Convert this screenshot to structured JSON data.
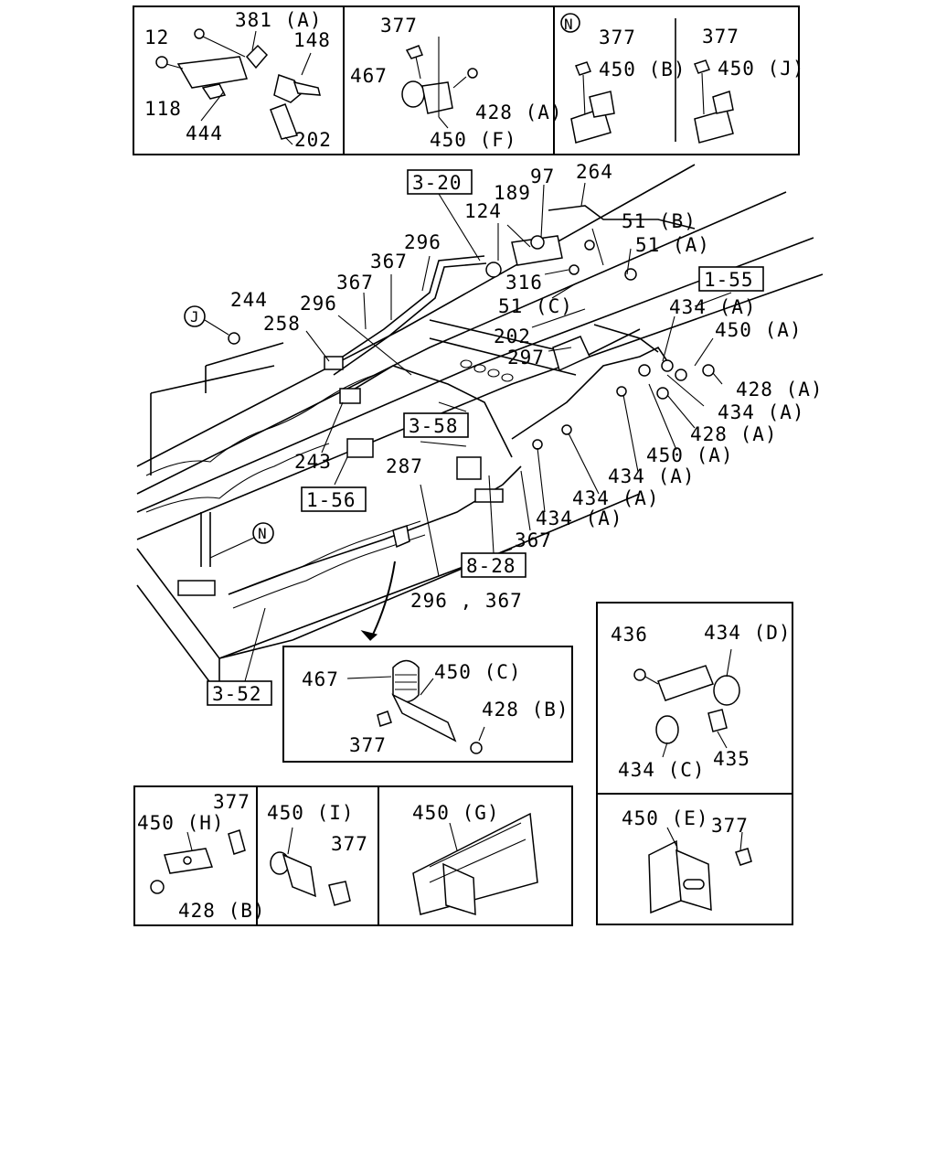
{
  "inset_top_a": {
    "labels": [
      "12",
      "381 (A)",
      "148",
      "118",
      "444",
      "202"
    ]
  },
  "inset_top_b": {
    "labels": [
      "377",
      "467",
      "428 (A)",
      "450 (F)"
    ]
  },
  "inset_top_c": {
    "marker": "N",
    "labels": [
      "377",
      "450 (B)",
      "377",
      "450 (J)"
    ]
  },
  "main": {
    "markers": [
      "J",
      "N"
    ],
    "ref_boxes": [
      "3-20",
      "1-55",
      "3-58",
      "1-56",
      "8-28",
      "3-52"
    ],
    "labels": [
      "97",
      "264",
      "189",
      "124",
      "296",
      "51 (B)",
      "51 (A)",
      "367",
      "367",
      "316",
      "244",
      "296",
      "51 (C)",
      "258",
      "202",
      "434 (A)",
      "450 (A)",
      "297",
      "428 (A)",
      "434 (A)",
      "428 (A)",
      "450 (A)",
      "243",
      "287",
      "434 (A)",
      "434 (A)",
      "434 (A)",
      "367",
      "296 , 367"
    ]
  },
  "inset_mid_a": {
    "labels": [
      "467",
      "450 (C)",
      "428 (B)",
      "377"
    ]
  },
  "inset_mid_b": {
    "labels": [
      "436",
      "434 (D)",
      "435",
      "434 (C)"
    ]
  },
  "inset_bottom_a": {
    "labels": [
      "377",
      "450 (H)",
      "428 (B)"
    ]
  },
  "inset_bottom_b": {
    "labels": [
      "450 (I)",
      "377"
    ]
  },
  "inset_bottom_c": {
    "labels": [
      "450 (G)"
    ]
  },
  "inset_bottom_d": {
    "labels": [
      "450 (E)",
      "377"
    ]
  }
}
